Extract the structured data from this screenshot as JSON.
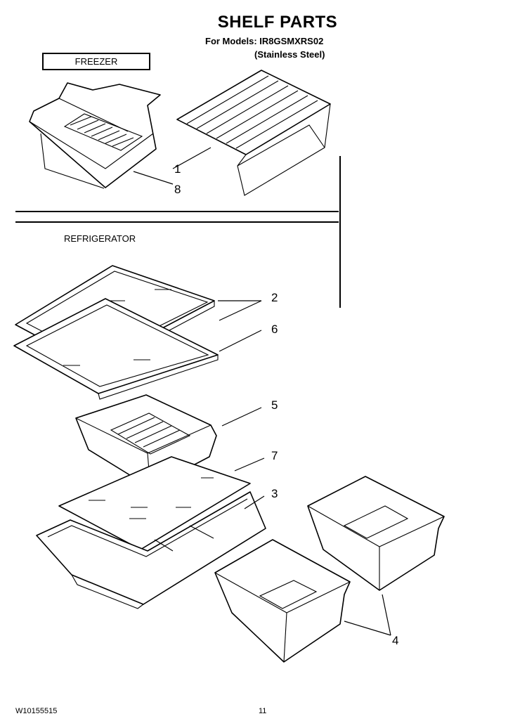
{
  "header": {
    "title": "SHELF PARTS",
    "models": "For Models: IR8GSMXRS02",
    "variant": "(Stainless Steel)"
  },
  "sections": {
    "freezer": "FREEZER",
    "refrigerator": "REFRIGERATOR"
  },
  "callouts": {
    "c1": "1",
    "c8": "8",
    "c2": "2",
    "c6": "6",
    "c5": "5",
    "c7": "7",
    "c3": "3",
    "c4": "4"
  },
  "footer": {
    "code": "W10155515",
    "page": "11"
  }
}
